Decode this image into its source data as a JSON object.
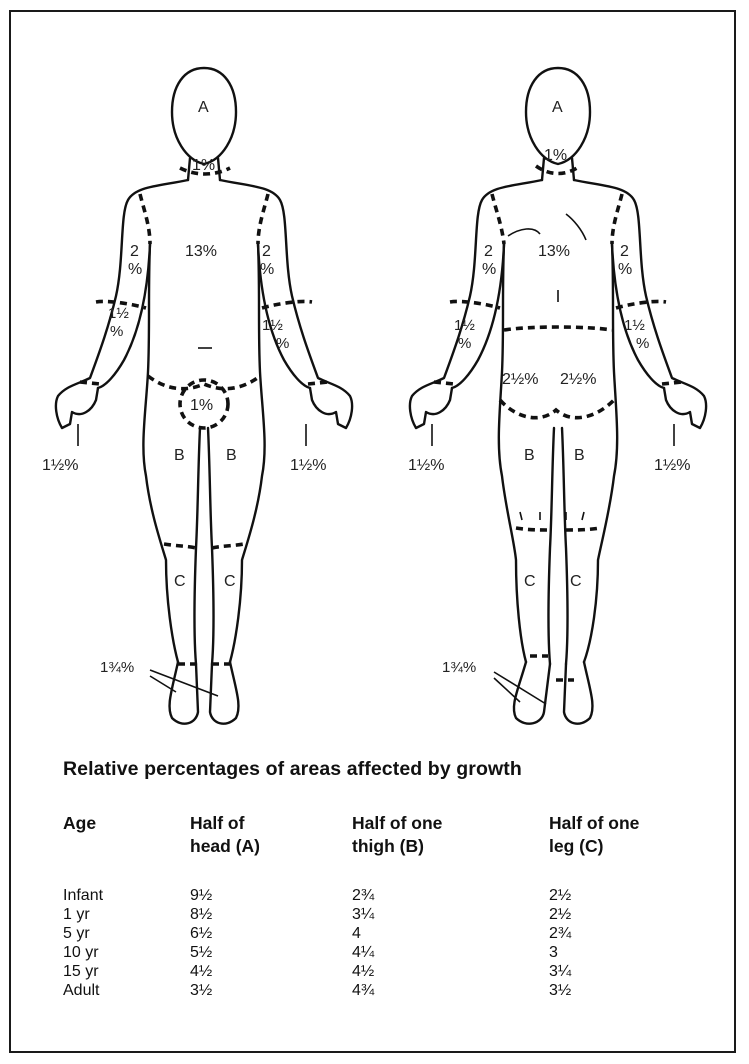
{
  "front": {
    "head": "A",
    "neck": "1%",
    "trunk": "13%",
    "upper_arm_left": "2\n%",
    "upper_arm_right": "2\n%",
    "forearm_left": "1½\n%",
    "forearm_right": "1½\n%",
    "genitals": "1%",
    "hand_left": "1½%",
    "hand_right": "1½%",
    "thigh_left": "B",
    "thigh_right": "B",
    "leg_left": "C",
    "leg_right": "C",
    "foot": "1¾%"
  },
  "back": {
    "head": "A",
    "neck": "1%",
    "trunk": "13%",
    "upper_arm_left": "2\n%",
    "upper_arm_right": "2\n%",
    "forearm_left": "1½\n%",
    "forearm_right": "1½\n%",
    "buttock_left": "2½%",
    "buttock_right": "2½%",
    "hand_left": "1½%",
    "hand_right": "1½%",
    "thigh_left": "B",
    "thigh_right": "B",
    "leg_left": "C",
    "leg_right": "C",
    "foot": "1¾%"
  },
  "table": {
    "title": "Relative percentages of areas affected by growth",
    "headers": [
      "Age",
      "Half of head (A)",
      "Half of one thigh (B)",
      "Half of one leg (C)"
    ],
    "rows": [
      [
        "Infant",
        "9½",
        "2¾",
        "2½"
      ],
      [
        "1 yr",
        "8½",
        "3¼",
        "2½"
      ],
      [
        "5 yr",
        "6½",
        "4",
        "2¾"
      ],
      [
        "10 yr",
        "5½",
        "4¼",
        "3"
      ],
      [
        "15 yr",
        "4½",
        "4½",
        "3¼"
      ],
      [
        "Adult",
        "3½",
        "4¾",
        "3½"
      ]
    ]
  }
}
